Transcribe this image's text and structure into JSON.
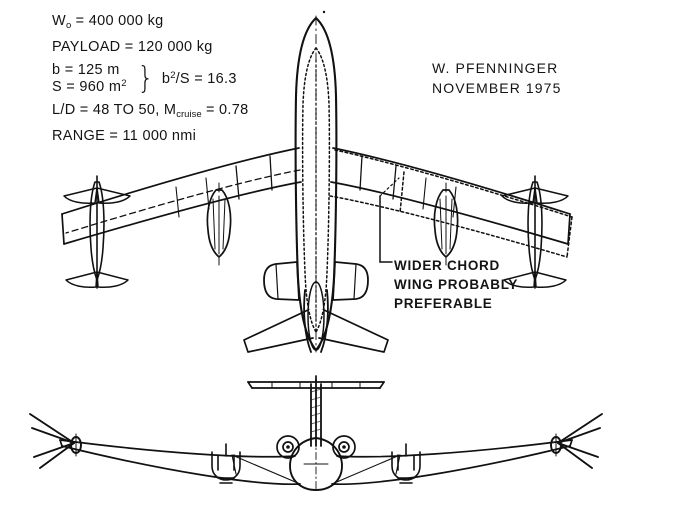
{
  "drawing": {
    "title": "Laminar flow transport aircraft general arrangement",
    "background_color": "#ffffff",
    "ink_color": "#111111"
  },
  "specs": {
    "weight": {
      "symbol": "W",
      "subscript": "o",
      "text": "= 400 000 kg"
    },
    "payload": {
      "label": "PAYLOAD",
      "text": "= 120 000 kg"
    },
    "span": {
      "text": "b = 125 m"
    },
    "area": {
      "prefix": "S = 960 m",
      "superscript": "2"
    },
    "aspect_ratio": {
      "prefix": "b",
      "superscript": "2",
      "suffix": "/S = 16.3"
    },
    "ld": {
      "prefix": "L/D = 48 TO 50, M",
      "subscript": "cruise",
      "suffix": "= 0.78"
    },
    "range": {
      "text": "RANGE = 11 000 nmi"
    }
  },
  "credit": {
    "author": "W. PFENNINGER",
    "date": "NOVEMBER 1975"
  },
  "callout": {
    "line1": "WIDER CHORD",
    "line2": "WING PROBABLY",
    "line3": "PREFERABLE"
  },
  "views": {
    "planform": "top view - swept wing, tip fins, underwing nacelles, aft fuselage engines, swept tailplane",
    "front": "front elevation - gull wing, T-tail fin, two engine nacelles, gear pods, tip devices"
  }
}
